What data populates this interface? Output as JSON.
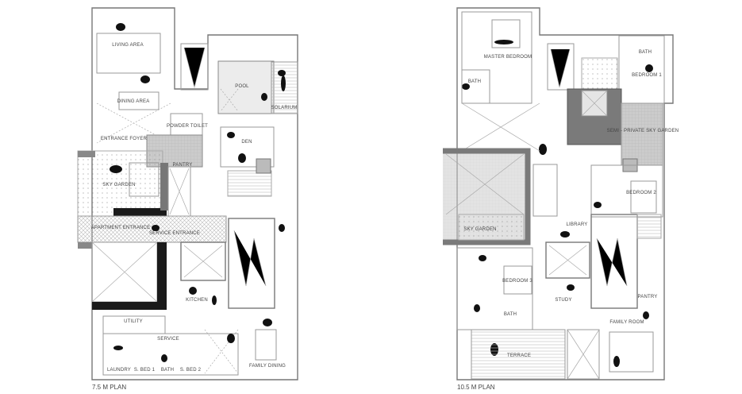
{
  "plans": [
    {
      "caption": "7.5 M PLAN",
      "rooms": [
        "LIVING AREA",
        "DINING AREA",
        "POOL",
        "SOLARIUM",
        "POWDER TOILET",
        "ENTRANCE FOYER",
        "PANTRY",
        "DEN",
        "SKY GARDEN",
        "APARTMENT ENTRANCE",
        "SERVICE ENTRANCE",
        "KITCHEN",
        "UTILITY",
        "SERVICE",
        "LAUNDRY",
        "S. BED 1",
        "BATH",
        "S. BED 2",
        "FAMILY DINING"
      ]
    },
    {
      "caption": "10.5 M PLAN",
      "rooms": [
        "MASTER BEDROOM",
        "BATH",
        "BATH",
        "BEDROOM 1",
        "SEMI - PRIVATE SKY GARDEN",
        "BEDROOM 2",
        "SKY GARDEN",
        "LIBRARY",
        "BEDROOM 3",
        "STUDY",
        "BATH",
        "PANTRY",
        "FAMILY ROOM",
        "TERRACE"
      ]
    }
  ],
  "colors": {
    "wall_dark": "#1a1a1a",
    "wall_grey": "#7a7a7a",
    "fill_grey": "#c9c9c9",
    "line": "#999999"
  }
}
